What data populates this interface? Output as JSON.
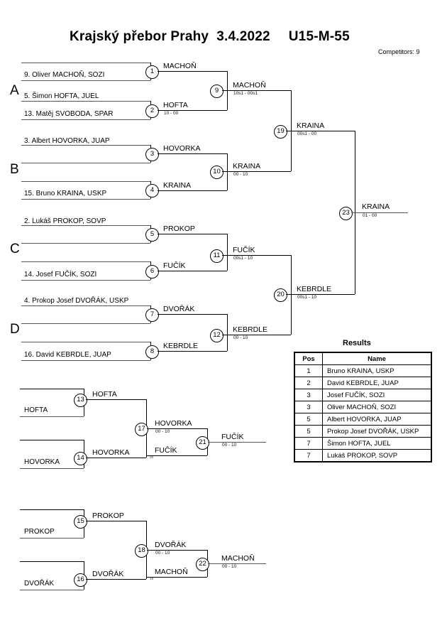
{
  "header": {
    "title_event": "Krajský přebor Prahy",
    "title_date": "3.4.2022",
    "title_category": "U15-M-55",
    "competitors": "Competitors: 9"
  },
  "groups": [
    {
      "label": "A"
    },
    {
      "label": "B"
    },
    {
      "label": "C"
    },
    {
      "label": "D"
    }
  ],
  "entries": {
    "e1": "9. Oliver MACHOŇ, SOZI",
    "e2": "5. Šimon HOFTA, JUEL",
    "e3": "13. Matěj SVOBODA, SPAR",
    "e4": "3. Albert HOVORKA, JUAP",
    "e5": "15. Bruno KRAINA, USKP",
    "e6": "2. Lukáš PROKOP, SOVP",
    "e7": "14. Josef FUČÍK, SOZI",
    "e8": "4. Prokop Josef DVOŘÁK, USKP",
    "e9": "16. David KEBRDLE, JUAP"
  },
  "matches": {
    "m1": {
      "num": "1",
      "winner": "MACHOŇ",
      "score": ""
    },
    "m2": {
      "num": "2",
      "winner": "HOFTA",
      "score": "10 - 00"
    },
    "m3": {
      "num": "3",
      "winner": "HOVORKA",
      "score": ""
    },
    "m4": {
      "num": "4",
      "winner": "KRAINA",
      "score": ""
    },
    "m5": {
      "num": "5",
      "winner": "PROKOP",
      "score": ""
    },
    "m6": {
      "num": "6",
      "winner": "FUČÍK",
      "score": ""
    },
    "m7": {
      "num": "7",
      "winner": "DVOŘÁK",
      "score": ""
    },
    "m8": {
      "num": "8",
      "winner": "KEBRDLE",
      "score": ""
    },
    "m9": {
      "num": "9",
      "winner": "MACHOŇ",
      "score": "10s1 - 00s1"
    },
    "m10": {
      "num": "10",
      "winner": "KRAINA",
      "score": "00 - 10"
    },
    "m11": {
      "num": "11",
      "winner": "FUČÍK",
      "score": "00s1 - 10"
    },
    "m12": {
      "num": "12",
      "winner": "KEBRDLE",
      "score": "00 - 10"
    },
    "m19": {
      "num": "19",
      "winner": "KRAINA",
      "score": "00s1 - 00"
    },
    "m20": {
      "num": "20",
      "winner": "KEBRDLE",
      "score": "00s1 - 10"
    },
    "m23": {
      "num": "23",
      "winner": "KRAINA",
      "score": "01 - 00"
    },
    "m13": {
      "num": "13",
      "winner": "HOFTA",
      "score": ""
    },
    "m14": {
      "num": "14",
      "winner": "HOVORKA",
      "score": ""
    },
    "m17": {
      "num": "17",
      "winner": "HOVORKA",
      "score": "00 - 10"
    },
    "m21": {
      "num": "21",
      "winner": "FUČÍK",
      "score": "00 - 10"
    },
    "m15": {
      "num": "15",
      "winner": "PROKOP",
      "score": ""
    },
    "m16": {
      "num": "16",
      "winner": "DVOŘÁK",
      "score": ""
    },
    "m18": {
      "num": "18",
      "winner": "DVOŘÁK",
      "score": "00 - 10"
    },
    "m22": {
      "num": "22",
      "winner": "MACHOŇ",
      "score": "00 - 10"
    }
  },
  "repechage": {
    "r1_in_a": "HOFTA",
    "r1_in_b": "HOVORKA",
    "r1_feed": "FUČÍK",
    "r1_feed_ref": "20",
    "r2_in_a": "PROKOP",
    "r2_in_b": "DVOŘÁK",
    "r2_feed": "MACHOŇ",
    "r2_feed_ref": "19"
  },
  "results": {
    "title": "Results",
    "columns": [
      "Pos",
      "Name"
    ],
    "rows": [
      {
        "pos": "1",
        "name": "Bruno KRAINA, USKP"
      },
      {
        "pos": "2",
        "name": "David KEBRDLE, JUAP"
      },
      {
        "pos": "3",
        "name": "Josef FUČÍK, SOZI"
      },
      {
        "pos": "3",
        "name": "Oliver MACHOŇ, SOZI"
      },
      {
        "pos": "5",
        "name": "Albert HOVORKA, JUAP"
      },
      {
        "pos": "5",
        "name": "Prokop Josef DVOŘÁK, USKP"
      },
      {
        "pos": "7",
        "name": "Šimon HOFTA, JUEL"
      },
      {
        "pos": "7",
        "name": "Lukáš PROKOP, SOVP"
      }
    ]
  }
}
